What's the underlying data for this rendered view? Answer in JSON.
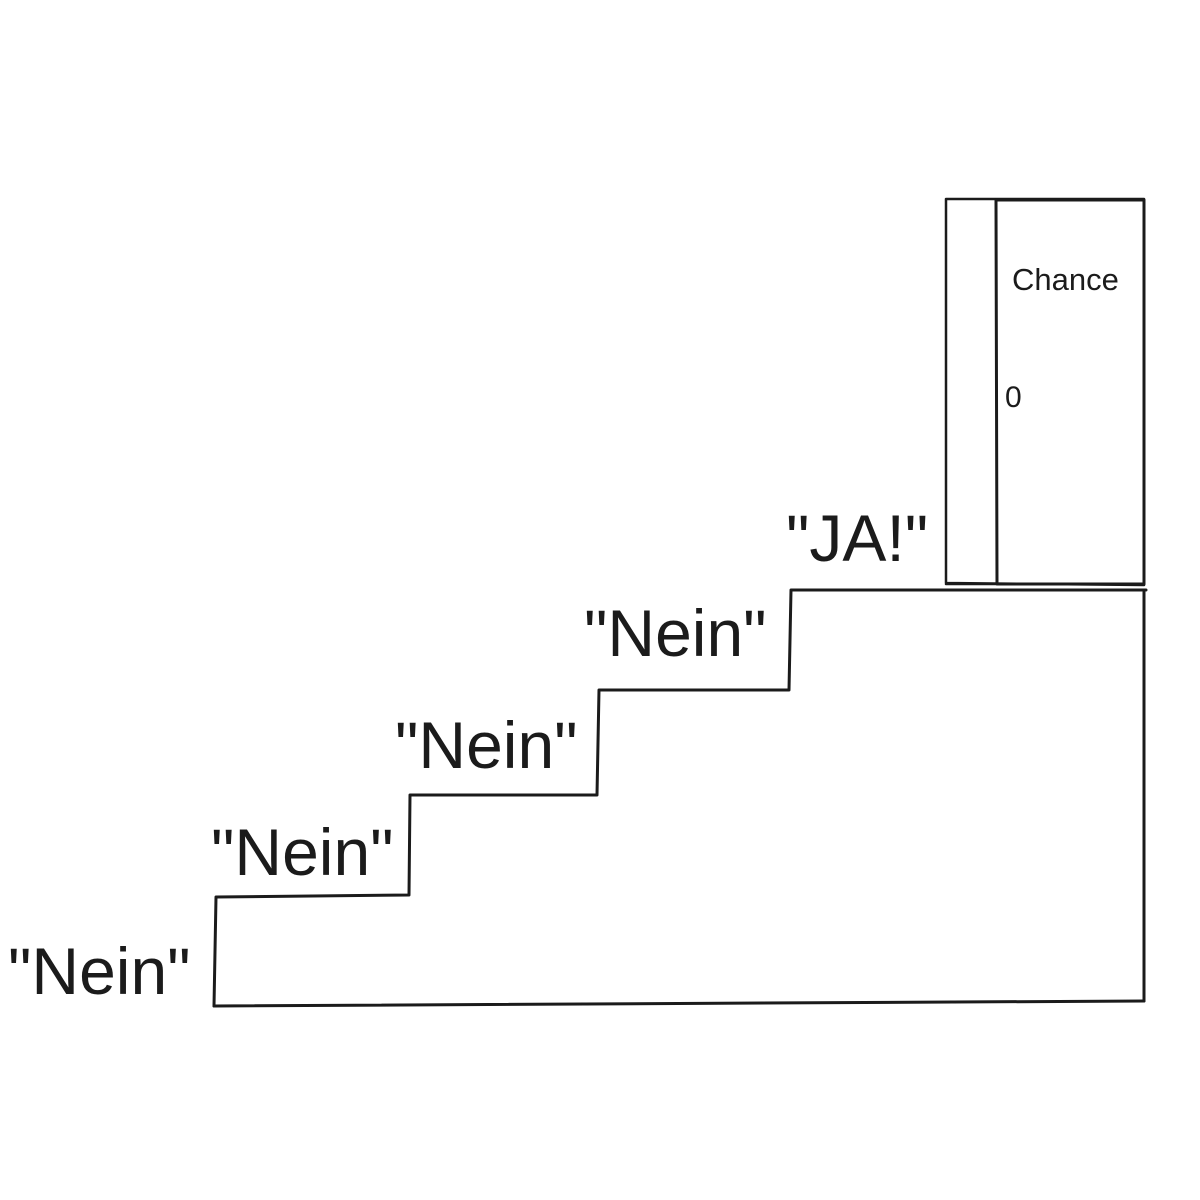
{
  "steps": [
    {
      "label": "\"Nein\""
    },
    {
      "label": "\"Nein\""
    },
    {
      "label": "\"Nein\""
    },
    {
      "label": "\"Nein\""
    },
    {
      "label": "\"JA!\""
    }
  ],
  "door": {
    "label": "Chance",
    "knob": "0"
  },
  "colors": {
    "ink": "#1b1b1b",
    "background": "#ffffff"
  }
}
